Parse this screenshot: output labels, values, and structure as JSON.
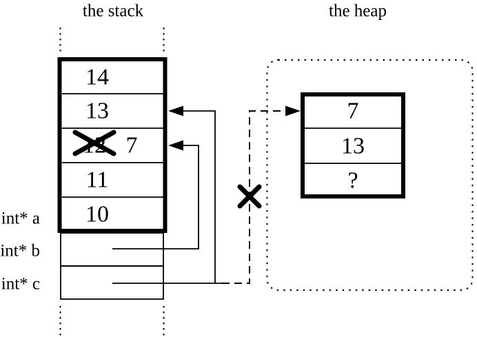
{
  "stack": {
    "title": "the stack",
    "cells": [
      "14",
      "13",
      "12",
      "11",
      "10"
    ],
    "crossed_out_index": 2,
    "replacement_value": "7",
    "variables": [
      {
        "label": "int* a"
      },
      {
        "label": "int* b"
      },
      {
        "label": "int* c"
      }
    ]
  },
  "heap": {
    "title": "the heap",
    "cells": [
      "7",
      "13",
      "?"
    ]
  },
  "colors": {
    "ink": "#000000",
    "background": "#ffffff"
  }
}
